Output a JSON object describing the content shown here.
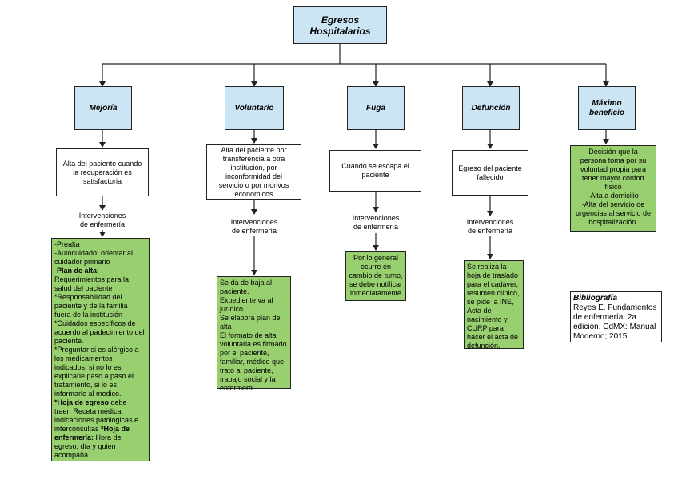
{
  "title": [
    "Egresos",
    "Hospitalarios"
  ],
  "categories": [
    {
      "name": [
        "Mejoría"
      ],
      "description": [
        "Alta del paciente cuando",
        "la recuperación es",
        "satisfactoria"
      ],
      "interventions": [
        "Intervenciones",
        "de enfermería"
      ],
      "detail": [
        {
          "t": "-Prealta"
        },
        {
          "t": "-Autocuidado: orientar al"
        },
        {
          "t": "cuidador primario"
        },
        {
          "t": "-Plan de alta:",
          "b": true
        },
        {
          "t": "Requerimientos para la"
        },
        {
          "t": "salud del paciente"
        },
        {
          "t": "*Responsabilidad del"
        },
        {
          "t": "paciente y de la familia"
        },
        {
          "t": "fuera de la institución"
        },
        {
          "t": "*Cuidados específicos de"
        },
        {
          "t": "acuerdo al padecimiento del"
        },
        {
          "t": "paciente."
        },
        {
          "t": "*Preguntar si es alérgico a"
        },
        {
          "t": "los medicamentos"
        },
        {
          "t": "indicados, si no lo es"
        },
        {
          "t": "explicarle paso a paso el"
        },
        {
          "t": "tratamiento, si lo es"
        },
        {
          "t": "informarle al medico."
        },
        {
          "segs": [
            {
              "t": "*Hoja de egreso",
              "b": true
            },
            {
              "t": " debe"
            }
          ]
        },
        {
          "t": "traer: Receta médica,"
        },
        {
          "t": "indicaciones patológicas e"
        },
        {
          "segs": [
            {
              "t": "interconsultas "
            },
            {
              "t": "*Hoja de",
              "b": true
            }
          ]
        },
        {
          "segs": [
            {
              "t": "enfermería:",
              "b": true
            },
            {
              "t": " Hora de"
            }
          ]
        },
        {
          "t": "egreso, día y quien"
        },
        {
          "t": "acompaña."
        }
      ]
    },
    {
      "name": [
        "Voluntario"
      ],
      "description": [
        "Alta del paciente por",
        "transferencia a otra",
        "institución, por",
        "inconformidad del",
        "servicio o por morivos",
        "economicos"
      ],
      "interventions": [
        "Intervenciones",
        "de enfermería"
      ],
      "detail": [
        {
          "t": "Se da de baja al"
        },
        {
          "t": "paciente."
        },
        {
          "t": "Expediente va al"
        },
        {
          "t": "jurídico"
        },
        {
          "t": "Se elabora plan de"
        },
        {
          "t": "alta"
        },
        {
          "t": "El formato de alta"
        },
        {
          "t": "voluntaria es firmado"
        },
        {
          "t": "por el paciente,"
        },
        {
          "t": "familiar, médico que"
        },
        {
          "t": "trato al paciente,"
        },
        {
          "t": "trabajo social y la"
        },
        {
          "t": "enfermera."
        }
      ]
    },
    {
      "name": [
        "Fuga"
      ],
      "description": [
        "Cuando se escapa el",
        "paciente"
      ],
      "interventions": [
        "Intervenciones",
        "de enfermería"
      ],
      "detail": [
        {
          "t": "Por lo general"
        },
        {
          "t": "ocurre en"
        },
        {
          "t": "cambio de turno,"
        },
        {
          "t": "se debe notificar"
        },
        {
          "t": "inmediatamente"
        }
      ]
    },
    {
      "name": [
        "Defunción"
      ],
      "description": [
        "Egreso del paciente",
        "fallecido"
      ],
      "interventions": [
        "Intervenciones",
        "de enfermería"
      ],
      "detail": [
        {
          "t": "Se realiza la"
        },
        {
          "t": "hoja de traslado"
        },
        {
          "t": "para el cadáver,"
        },
        {
          "t": "resumen clínico,"
        },
        {
          "t": "se pide la INE,"
        },
        {
          "t": "Acta de"
        },
        {
          "t": "nacimiento y"
        },
        {
          "t": "CURP para"
        },
        {
          "t": "hacer el acta de"
        },
        {
          "t": "defunción."
        }
      ]
    },
    {
      "name": [
        "Máximo",
        "beneficio"
      ],
      "detail": [
        {
          "t": "Decisión que la"
        },
        {
          "t": "persona toma por su"
        },
        {
          "t": "voluntad propia para"
        },
        {
          "t": "tener mayor confort"
        },
        {
          "t": "físico"
        },
        {
          "t": "-Alta a domicilio"
        },
        {
          "t": "-Alta del servicio de"
        },
        {
          "t": "urgencias al servicio de"
        },
        {
          "t": "hospitalización."
        }
      ]
    }
  ],
  "bibliography": {
    "heading": "Bibliografía",
    "lines": [
      "Reyes E. Fundamentos",
      "de enfermería. 2a",
      "edición. CdMX: Manual",
      "Moderno; 2015."
    ]
  }
}
